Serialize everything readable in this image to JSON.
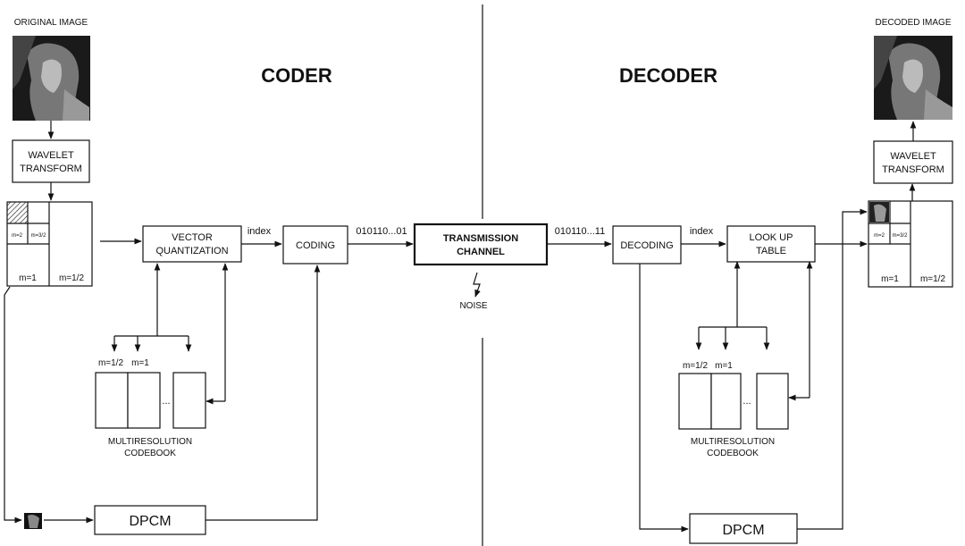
{
  "coder_title": "CODER",
  "decoder_title": "DECODER",
  "original_image_label": "ORIGINAL IMAGE",
  "decoded_image_label": "DECODED IMAGE",
  "wavelet_label_1": "WAVELET",
  "wavelet_label_2": "TRANSFORM",
  "vq_label_1": "VECTOR",
  "vq_label_2": "QUANTIZATION",
  "coding_label": "CODING",
  "channel_label_1": "TRANSMISSION",
  "channel_label_2": "CHANNEL",
  "decoding_label": "DECODING",
  "lut_label_1": "LOOK UP",
  "lut_label_2": "TABLE",
  "index_label": "index",
  "bits_out": "010110...01",
  "bits_in": "010110...11",
  "noise_label": "NOISE",
  "codebook_label_1": "MULTIRESOLUTION",
  "codebook_label_2": "CODEBOOK",
  "m_half": "m=1/2",
  "m_one": "m=1",
  "m_two": "m=2",
  "m_three_half": "m=3/2",
  "ellipsis": "...",
  "dpcm_label": "DPCM",
  "colors": {
    "line": "#111111",
    "background": "#ffffff"
  },
  "icons": [
    "portrait-image",
    "noise-lightning-icon",
    "hatched-subband"
  ]
}
